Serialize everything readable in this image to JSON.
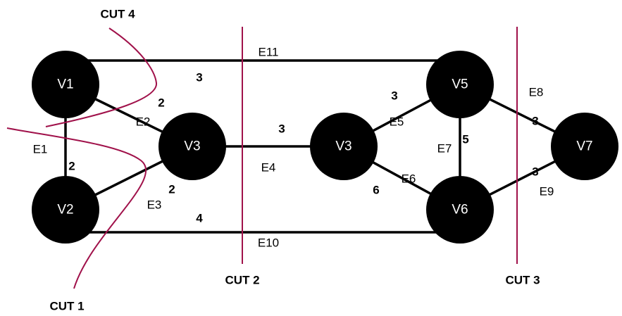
{
  "colors": {
    "node": "#000000",
    "edge": "#000000",
    "cut": "#a0114a",
    "background": "#ffffff"
  },
  "nodes": [
    {
      "id": "v1",
      "label": "V1"
    },
    {
      "id": "v2",
      "label": "V2"
    },
    {
      "id": "v3a",
      "label": "V3"
    },
    {
      "id": "v3b",
      "label": "V3"
    },
    {
      "id": "v5",
      "label": "V5"
    },
    {
      "id": "v6",
      "label": "V6"
    },
    {
      "id": "v7",
      "label": "V7"
    }
  ],
  "edges": [
    {
      "id": "E1",
      "from": "v1",
      "to": "v2",
      "name": "E1",
      "weight": "2"
    },
    {
      "id": "E2",
      "from": "v1",
      "to": "v3a",
      "name": "E2",
      "weight": "2"
    },
    {
      "id": "E3",
      "from": "v2",
      "to": "v3a",
      "name": "E3",
      "weight": "2"
    },
    {
      "id": "E4",
      "from": "v3a",
      "to": "v3b",
      "name": "E4",
      "weight": "3"
    },
    {
      "id": "E5",
      "from": "v3b",
      "to": "v5",
      "name": "E5",
      "weight": "3"
    },
    {
      "id": "E6",
      "from": "v3b",
      "to": "v6",
      "name": "E6",
      "weight": "6"
    },
    {
      "id": "E7",
      "from": "v5",
      "to": "v6",
      "name": "E7",
      "weight": "5"
    },
    {
      "id": "E8",
      "from": "v5",
      "to": "v7",
      "name": "E8",
      "weight": "3"
    },
    {
      "id": "E9",
      "from": "v6",
      "to": "v7",
      "name": "E9",
      "weight": "3"
    },
    {
      "id": "E10",
      "from": "v2",
      "to": "v6",
      "name": "E10",
      "weight": "4"
    },
    {
      "id": "E11",
      "from": "v1",
      "to": "v5",
      "name": "E11",
      "weight": "3"
    }
  ],
  "cuts": [
    {
      "id": "cut1",
      "label": "CUT 1"
    },
    {
      "id": "cut2",
      "label": "CUT 2"
    },
    {
      "id": "cut3",
      "label": "CUT 3"
    },
    {
      "id": "cut4",
      "label": "CUT 4"
    }
  ]
}
